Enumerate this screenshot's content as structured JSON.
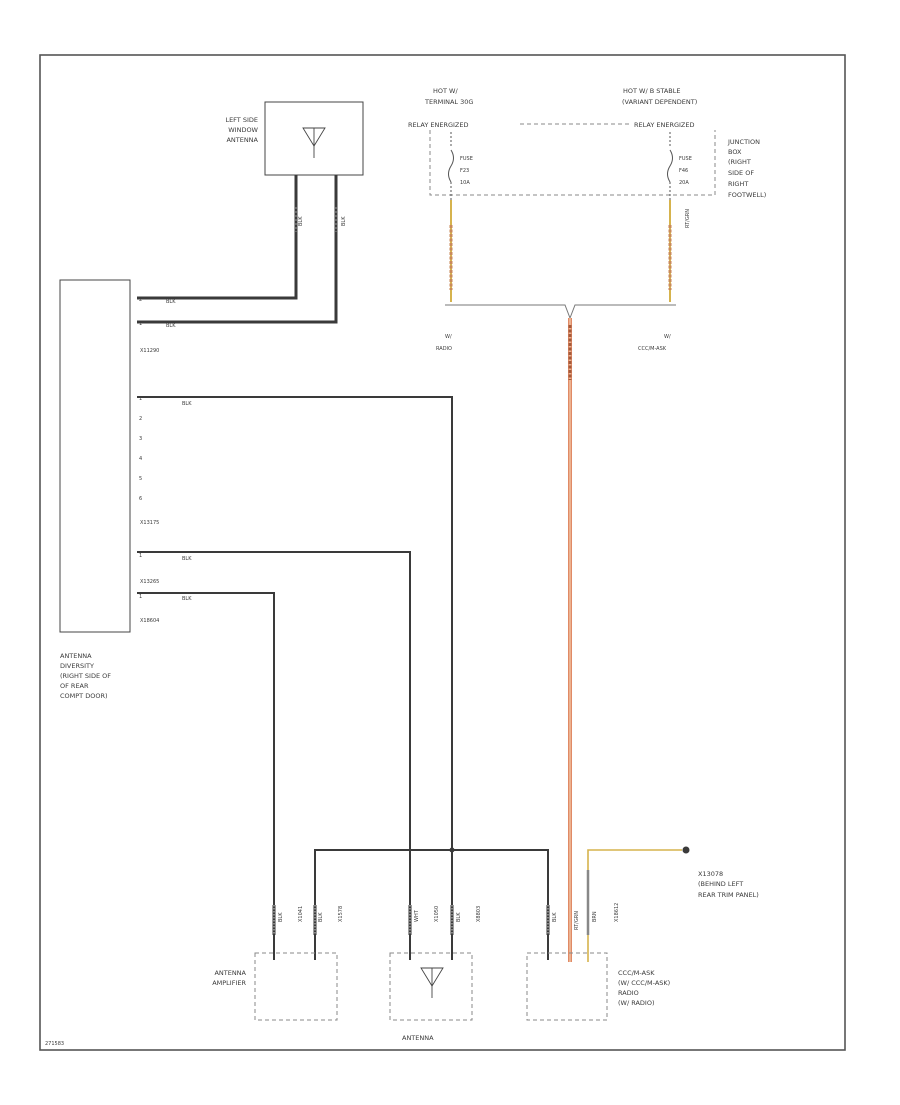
{
  "diagram_id": "271583",
  "colors": {
    "wire": "#3a3a3a",
    "dashed": "#888888",
    "power": "#e08a66",
    "power_core": "#f3c8a8",
    "yellow": "#d6b34d",
    "border": "#555555"
  },
  "left_window_antenna": {
    "label": [
      "LEFT SIDE",
      "WINDOW",
      "ANTENNA"
    ],
    "icon": "antenna-icon",
    "wires": [
      "BLK",
      "BLK"
    ]
  },
  "power_sources": {
    "left": {
      "label": [
        "HOT W/",
        "TERMINAL 30G",
        "RELAY ENERGIZED"
      ],
      "fuse": [
        "FUSE",
        "F23",
        "10A"
      ],
      "bottom": [
        "W/",
        "RADIO"
      ]
    },
    "right": {
      "label": [
        "HOT W/ B STABLE",
        "(VARIANT DEPENDENT)",
        "RELAY ENERGIZED"
      ],
      "fuse": [
        "FUSE",
        "F46",
        "20A"
      ],
      "wire": "RT/GRN",
      "bottom": [
        "W/",
        "CCC/M-ASK"
      ]
    }
  },
  "junction_box": [
    "JUNCTION",
    "BOX",
    "(RIGHT",
    "SIDE OF",
    "RIGHT",
    "FOOTWELL)"
  ],
  "antenna_diversity": {
    "label": [
      "ANTENNA",
      "DIVERSITY",
      "(RIGHT SIDE OF",
      "OF REAR",
      "COMPT DOOR)"
    ],
    "connectors": {
      "c1": "X11290",
      "c2": "X13175",
      "c3": "X13265",
      "c4": "X18604"
    },
    "pins_c1": [
      "2",
      "1"
    ],
    "pins_c2": [
      "1",
      "2",
      "3",
      "4",
      "5",
      "6"
    ],
    "pin_c3": "1",
    "pin_c4": "1",
    "wire_top": [
      "BLK",
      "BLK"
    ],
    "wire_c2": "BLK",
    "wire_c3": "BLK",
    "wire_c4": "BLK"
  },
  "antenna_amplifier": {
    "label": [
      "ANTENNA",
      "AMPLIFIER"
    ],
    "wires": [
      "BLK",
      "X1041",
      "BLK",
      "X1578"
    ]
  },
  "antenna": {
    "label": "ANTENNA",
    "icon": "antenna-icon",
    "wires": [
      "WHT",
      "X1050",
      "BLK",
      "X8803"
    ]
  },
  "ccc_radio": {
    "label": [
      "CCC/M-ASK",
      "(W/ CCC/M-ASK)",
      "RADIO",
      "(W/ RADIO)"
    ],
    "wires": [
      "BLK",
      "RT/GRN",
      "BRN",
      "X18612"
    ]
  },
  "ground": {
    "id": "X13078",
    "label": [
      "(BEHIND LEFT",
      "REAR TRIM PANEL)"
    ]
  }
}
